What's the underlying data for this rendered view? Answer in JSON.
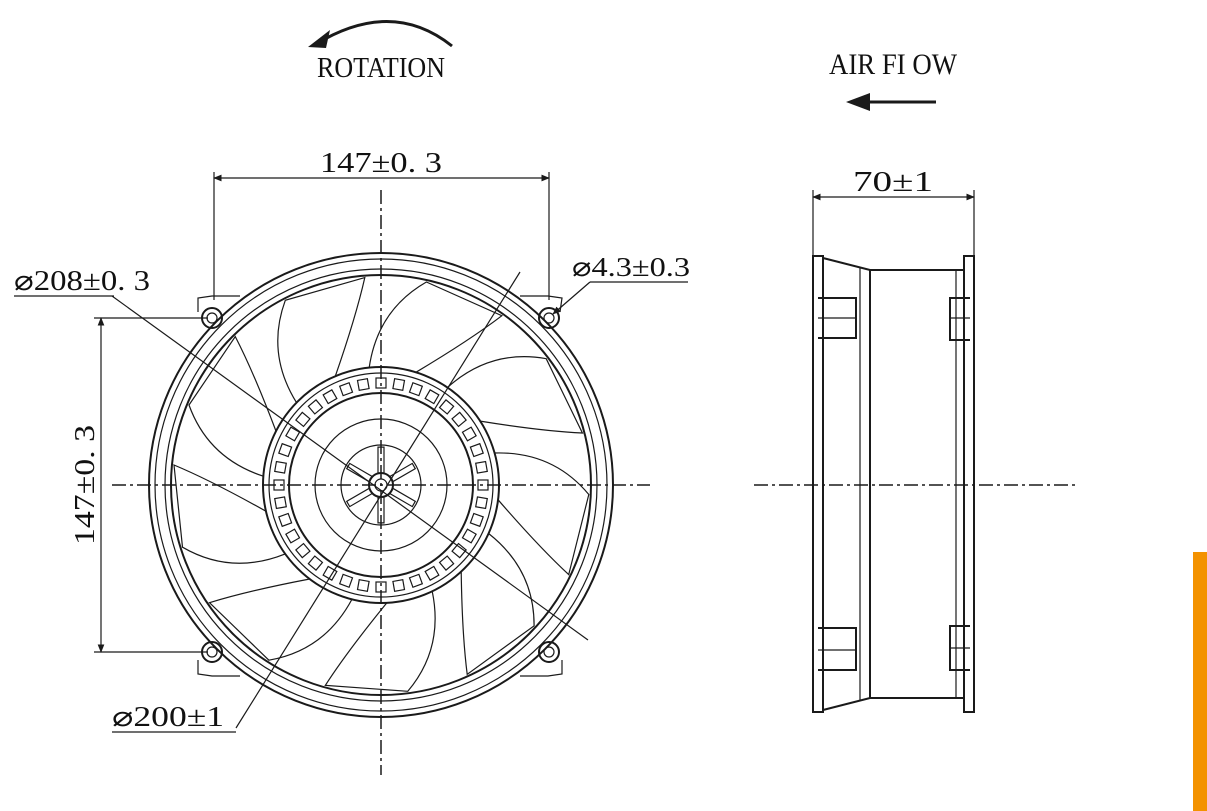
{
  "labels": {
    "rotation": "ROTATION",
    "air_flow": "AIR FI OW",
    "width_top": "147±0. 3",
    "height_left": "147±0. 3",
    "outer_diameter": "⌀208±0. 3",
    "hole_diameter": "⌀4.3±0.3",
    "inner_diameter": "⌀200±1",
    "depth": "70±1"
  },
  "colors": {
    "ink": "#1a1a1a",
    "accent": "#F39200",
    "background": "#ffffff"
  },
  "icons": {
    "rotation": "curved-arrow-left-icon",
    "air_flow": "arrow-left-icon"
  }
}
